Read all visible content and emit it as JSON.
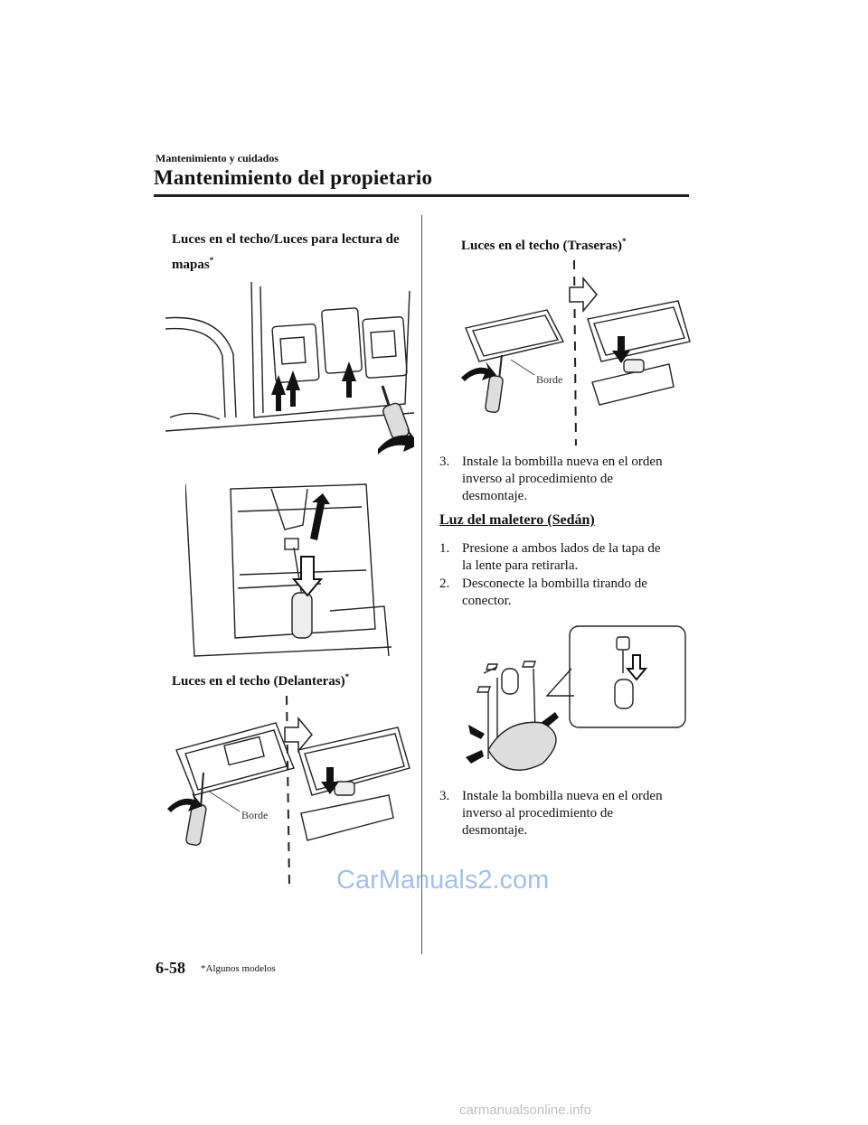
{
  "header": {
    "section": "Mantenimiento y cuidados",
    "title": "Mantenimiento del propietario"
  },
  "left_column": {
    "heading_map": "Luces en el techo/Luces para lectura de mapas",
    "heading_front": "Luces en el techo (Delanteras)",
    "fig_front_label": "Borde",
    "asterisk": "*"
  },
  "right_column": {
    "heading_rear": "Luces en el techo (Traseras)",
    "fig_rear_label": "Borde",
    "step3a_num": "3.",
    "step3a_text": "Instale la bombilla nueva en el orden inverso al procedimiento de desmontaje.",
    "trunk_heading": "Luz del maletero (Sedán)",
    "step1_num": "1.",
    "step1_text": "Presione a ambos lados de la tapa de la lente para retirarla.",
    "step2_num": "2.",
    "step2_text": "Desconecte la bombilla tirando de conector.",
    "step3b_num": "3.",
    "step3b_text": "Instale la bombilla nueva en el orden inverso al procedimiento de desmontaje."
  },
  "footer": {
    "page_number": "6-58",
    "footnote": "*Algunos modelos",
    "watermark": "CarManuals2.com",
    "site_mark": "carmanualsonline.info"
  }
}
